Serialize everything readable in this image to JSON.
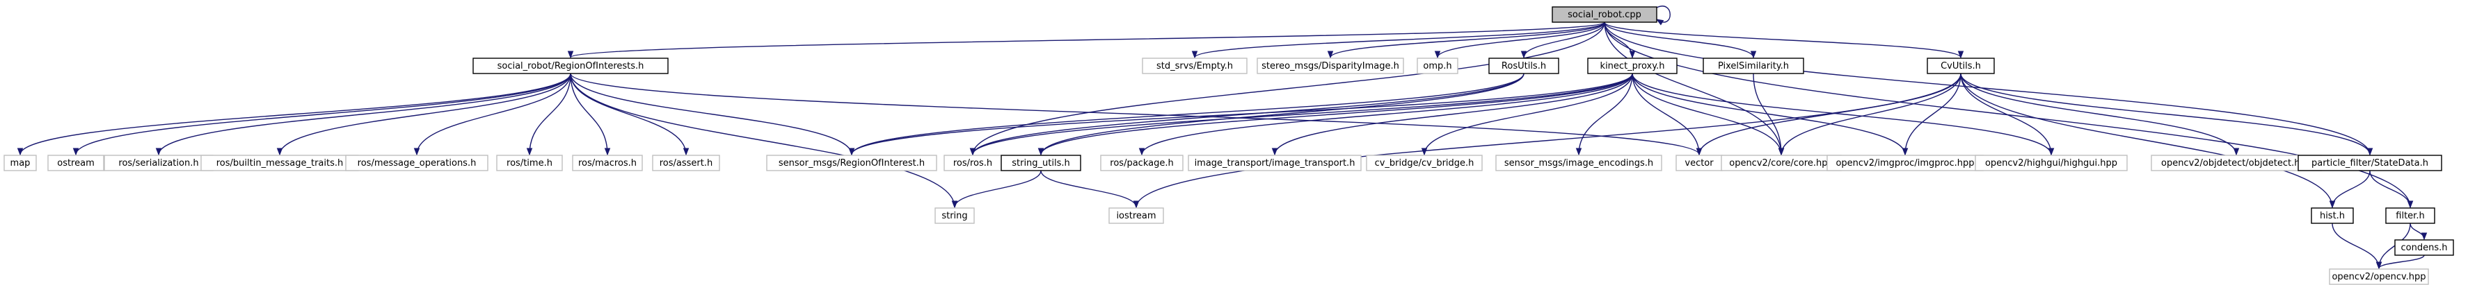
{
  "colors": {
    "edge": "#191970",
    "root_fill": "#bfbfbf",
    "root_stroke": "#000000",
    "local_fill": "#ffffff",
    "local_stroke": "#000000",
    "system_fill": "#ffffff",
    "system_stroke": "#bfbfbf"
  },
  "nodes": [
    {
      "id": "social_robot_cpp",
      "label": "social_robot.cpp",
      "kind": "root"
    },
    {
      "id": "region_of_interests_h",
      "label": "social_robot/RegionOfInterests.h",
      "kind": "local"
    },
    {
      "id": "std_srvs_empty_h",
      "label": "std_srvs/Empty.h",
      "kind": "system"
    },
    {
      "id": "stereo_msgs_disparity_image_h",
      "label": "stereo_msgs/DisparityImage.h",
      "kind": "system"
    },
    {
      "id": "omp_h",
      "label": "omp.h",
      "kind": "system"
    },
    {
      "id": "ros_utils_h",
      "label": "RosUtils.h",
      "kind": "local"
    },
    {
      "id": "kinect_proxy_h",
      "label": "kinect_proxy.h",
      "kind": "local"
    },
    {
      "id": "pixel_similarity_h",
      "label": "PixelSimilarity.h",
      "kind": "local"
    },
    {
      "id": "cv_utils_h",
      "label": "CvUtils.h",
      "kind": "local"
    },
    {
      "id": "map",
      "label": "map",
      "kind": "system"
    },
    {
      "id": "ostream",
      "label": "ostream",
      "kind": "system"
    },
    {
      "id": "ros_serialization_h",
      "label": "ros/serialization.h",
      "kind": "system"
    },
    {
      "id": "ros_builtin_message_traits_h",
      "label": "ros/builtin_message_traits.h",
      "kind": "system"
    },
    {
      "id": "ros_message_operations_h",
      "label": "ros/message_operations.h",
      "kind": "system"
    },
    {
      "id": "ros_time_h",
      "label": "ros/time.h",
      "kind": "system"
    },
    {
      "id": "ros_macros_h",
      "label": "ros/macros.h",
      "kind": "system"
    },
    {
      "id": "ros_assert_h",
      "label": "ros/assert.h",
      "kind": "system"
    },
    {
      "id": "sensor_msgs_roi_h",
      "label": "sensor_msgs/RegionOfInterest.h",
      "kind": "system"
    },
    {
      "id": "ros_ros_h",
      "label": "ros/ros.h",
      "kind": "system"
    },
    {
      "id": "string_utils_h",
      "label": "string_utils.h",
      "kind": "local"
    },
    {
      "id": "ros_package_h",
      "label": "ros/package.h",
      "kind": "system"
    },
    {
      "id": "image_transport_h",
      "label": "image_transport/image_transport.h",
      "kind": "system"
    },
    {
      "id": "cv_bridge_h",
      "label": "cv_bridge/cv_bridge.h",
      "kind": "system"
    },
    {
      "id": "sensor_msgs_image_encodings_h",
      "label": "sensor_msgs/image_encodings.h",
      "kind": "system"
    },
    {
      "id": "vector",
      "label": "vector",
      "kind": "system"
    },
    {
      "id": "opencv2_core_hpp",
      "label": "opencv2/core/core.hpp",
      "kind": "system"
    },
    {
      "id": "opencv2_imgproc_hpp",
      "label": "opencv2/imgproc/imgproc.hpp",
      "kind": "system"
    },
    {
      "id": "opencv2_highgui_hpp",
      "label": "opencv2/highgui/highgui.hpp",
      "kind": "system"
    },
    {
      "id": "opencv2_objdetect_hpp",
      "label": "opencv2/objdetect/objdetect.hpp",
      "kind": "system"
    },
    {
      "id": "particle_filter_statedata_h",
      "label": "particle_filter/StateData.h",
      "kind": "local"
    },
    {
      "id": "string",
      "label": "string",
      "kind": "system"
    },
    {
      "id": "iostream",
      "label": "iostream",
      "kind": "system"
    },
    {
      "id": "hist_h",
      "label": "hist.h",
      "kind": "local"
    },
    {
      "id": "filter_h",
      "label": "filter.h",
      "kind": "local"
    },
    {
      "id": "condens_h",
      "label": "condens.h",
      "kind": "local"
    },
    {
      "id": "opencv2_opencv_hpp",
      "label": "opencv2/opencv.hpp",
      "kind": "system"
    }
  ],
  "edges": [
    [
      "social_robot_cpp",
      "social_robot_cpp"
    ],
    [
      "social_robot_cpp",
      "region_of_interests_h"
    ],
    [
      "social_robot_cpp",
      "std_srvs_empty_h"
    ],
    [
      "social_robot_cpp",
      "stereo_msgs_disparity_image_h"
    ],
    [
      "social_robot_cpp",
      "omp_h"
    ],
    [
      "social_robot_cpp",
      "ros_utils_h"
    ],
    [
      "social_robot_cpp",
      "kinect_proxy_h"
    ],
    [
      "social_robot_cpp",
      "pixel_similarity_h"
    ],
    [
      "social_robot_cpp",
      "cv_utils_h"
    ],
    [
      "social_robot_cpp",
      "opencv2_core_hpp"
    ],
    [
      "social_robot_cpp",
      "particle_filter_statedata_h"
    ],
    [
      "social_robot_cpp",
      "filter_h"
    ],
    [
      "social_robot_cpp",
      "ros_ros_h"
    ],
    [
      "region_of_interests_h",
      "map"
    ],
    [
      "region_of_interests_h",
      "ostream"
    ],
    [
      "region_of_interests_h",
      "ros_serialization_h"
    ],
    [
      "region_of_interests_h",
      "ros_builtin_message_traits_h"
    ],
    [
      "region_of_interests_h",
      "ros_message_operations_h"
    ],
    [
      "region_of_interests_h",
      "ros_time_h"
    ],
    [
      "region_of_interests_h",
      "ros_macros_h"
    ],
    [
      "region_of_interests_h",
      "ros_assert_h"
    ],
    [
      "region_of_interests_h",
      "sensor_msgs_roi_h"
    ],
    [
      "region_of_interests_h",
      "string"
    ],
    [
      "region_of_interests_h",
      "vector"
    ],
    [
      "ros_utils_h",
      "sensor_msgs_roi_h"
    ],
    [
      "ros_utils_h",
      "ros_ros_h"
    ],
    [
      "ros_utils_h",
      "string_utils_h"
    ],
    [
      "kinect_proxy_h",
      "sensor_msgs_roi_h"
    ],
    [
      "kinect_proxy_h",
      "ros_ros_h"
    ],
    [
      "kinect_proxy_h",
      "string_utils_h"
    ],
    [
      "kinect_proxy_h",
      "ros_package_h"
    ],
    [
      "kinect_proxy_h",
      "image_transport_h"
    ],
    [
      "kinect_proxy_h",
      "cv_bridge_h"
    ],
    [
      "kinect_proxy_h",
      "sensor_msgs_image_encodings_h"
    ],
    [
      "kinect_proxy_h",
      "vector"
    ],
    [
      "kinect_proxy_h",
      "opencv2_core_hpp"
    ],
    [
      "kinect_proxy_h",
      "opencv2_imgproc_hpp"
    ],
    [
      "kinect_proxy_h",
      "opencv2_highgui_hpp"
    ],
    [
      "pixel_similarity_h",
      "opencv2_core_hpp"
    ],
    [
      "cv_utils_h",
      "vector"
    ],
    [
      "cv_utils_h",
      "opencv2_core_hpp"
    ],
    [
      "cv_utils_h",
      "opencv2_imgproc_hpp"
    ],
    [
      "cv_utils_h",
      "opencv2_highgui_hpp"
    ],
    [
      "cv_utils_h",
      "opencv2_objdetect_hpp"
    ],
    [
      "cv_utils_h",
      "particle_filter_statedata_h"
    ],
    [
      "cv_utils_h",
      "iostream"
    ],
    [
      "cv_utils_h",
      "hist_h"
    ],
    [
      "string_utils_h",
      "string"
    ],
    [
      "string_utils_h",
      "iostream"
    ],
    [
      "particle_filter_statedata_h",
      "hist_h"
    ],
    [
      "particle_filter_statedata_h",
      "filter_h"
    ],
    [
      "hist_h",
      "opencv2_opencv_hpp"
    ],
    [
      "filter_h",
      "condens_h"
    ],
    [
      "filter_h",
      "opencv2_opencv_hpp"
    ],
    [
      "condens_h",
      "opencv2_opencv_hpp"
    ]
  ]
}
